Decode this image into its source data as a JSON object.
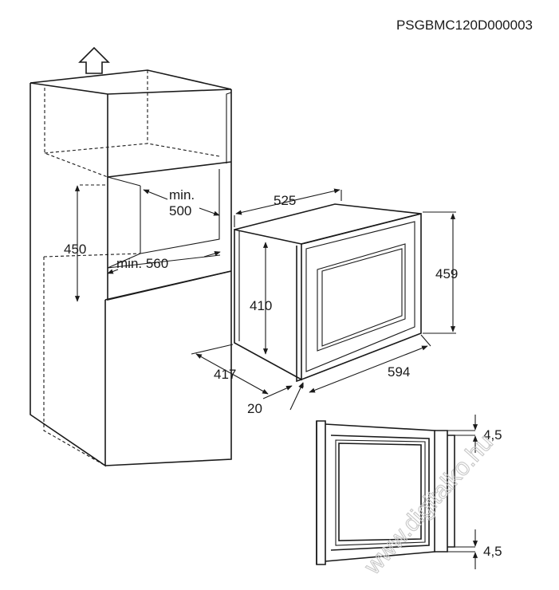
{
  "product_code": "PSGBMC120D000003",
  "dimensions": {
    "niche_depth": "min.\n500",
    "niche_depth_l1": "min.",
    "niche_depth_l2": "500",
    "niche_width": "min. 560",
    "niche_height": "450",
    "appliance_depth": "525",
    "appliance_body_height": "410",
    "appliance_height": "459",
    "appliance_width": "594",
    "body_depth": "417",
    "front_offset": "20",
    "gap_top": "4,5",
    "gap_bottom": "4,5"
  },
  "watermark": "www.digitalko.hu",
  "icons": [
    "up-arrow-icon"
  ]
}
